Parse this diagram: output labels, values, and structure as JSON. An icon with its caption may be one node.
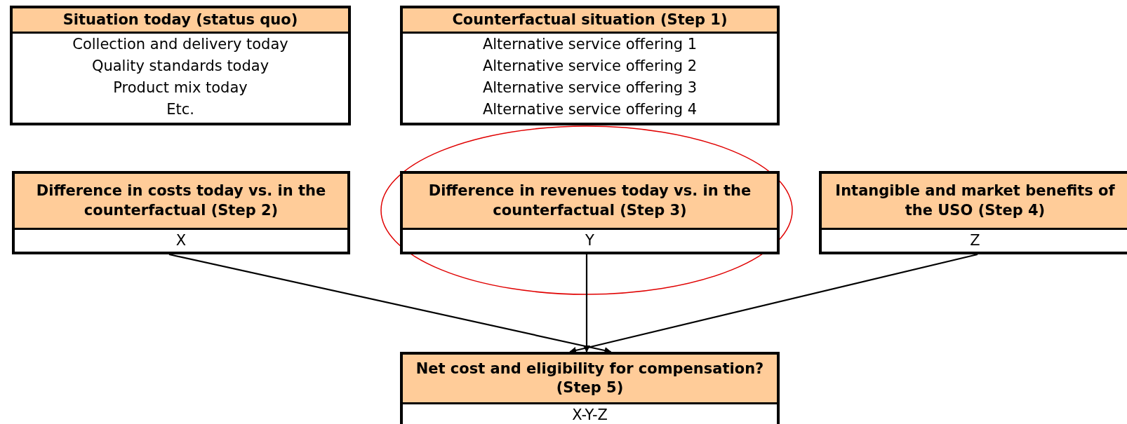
{
  "diagram": {
    "nodes": [
      {
        "text": [
          "Situation today (status quo)",
          "Collection and delivery today",
          "Quality standards today",
          "Product mix today",
          "Etc."
        ]
      },
      {
        "text": [
          "Counterfactual situation (Step 1)",
          "Alternative service offering 1",
          "Alternative service offering 2",
          "Alternative service offering 3",
          "Alternative service offering 4"
        ]
      },
      {
        "text": [
          "Difference in costs today vs. in the counterfactual (Step 2)",
          "X"
        ]
      },
      {
        "text": [
          "Difference in revenues today vs. in the counterfactual (Step 3)",
          "Y"
        ]
      },
      {
        "text": [
          "Intangible and market benefits of the USO (Step 4)",
          "Z"
        ]
      },
      {
        "text": [
          "Net cost and eligibility for compensation? (Step 5)",
          "X-Y-Z"
        ]
      }
    ],
    "edges": [
      {
        "from": 2,
        "to": 5,
        "arrow": "to"
      },
      {
        "from": 3,
        "to": 5,
        "arrow": "to"
      },
      {
        "from": 4,
        "to": 5,
        "arrow": "to"
      }
    ]
  }
}
